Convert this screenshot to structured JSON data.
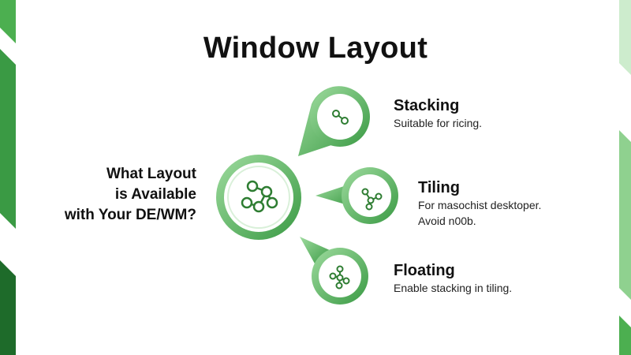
{
  "title": "Window Layout",
  "question": {
    "lines": [
      "What Layout",
      "is Available",
      "with Your DE/WM?"
    ]
  },
  "options": [
    {
      "name": "Stacking",
      "description": [
        "Suitable for ricing."
      ]
    },
    {
      "name": "Tiling",
      "description": [
        "For masochist desktoper.",
        "Avoid n00b."
      ]
    },
    {
      "name": "Floating",
      "description": [
        "Enable stacking in tiling."
      ]
    }
  ],
  "colors": {
    "green_dark": "#1e6b2a",
    "green_mid": "#3a9a44",
    "green_main": "#4caf50",
    "green_light": "#8fd18f",
    "green_pale": "#cdeccd"
  },
  "icons": [
    "network-icon",
    "network-icon",
    "network-icon",
    "network-icon"
  ]
}
